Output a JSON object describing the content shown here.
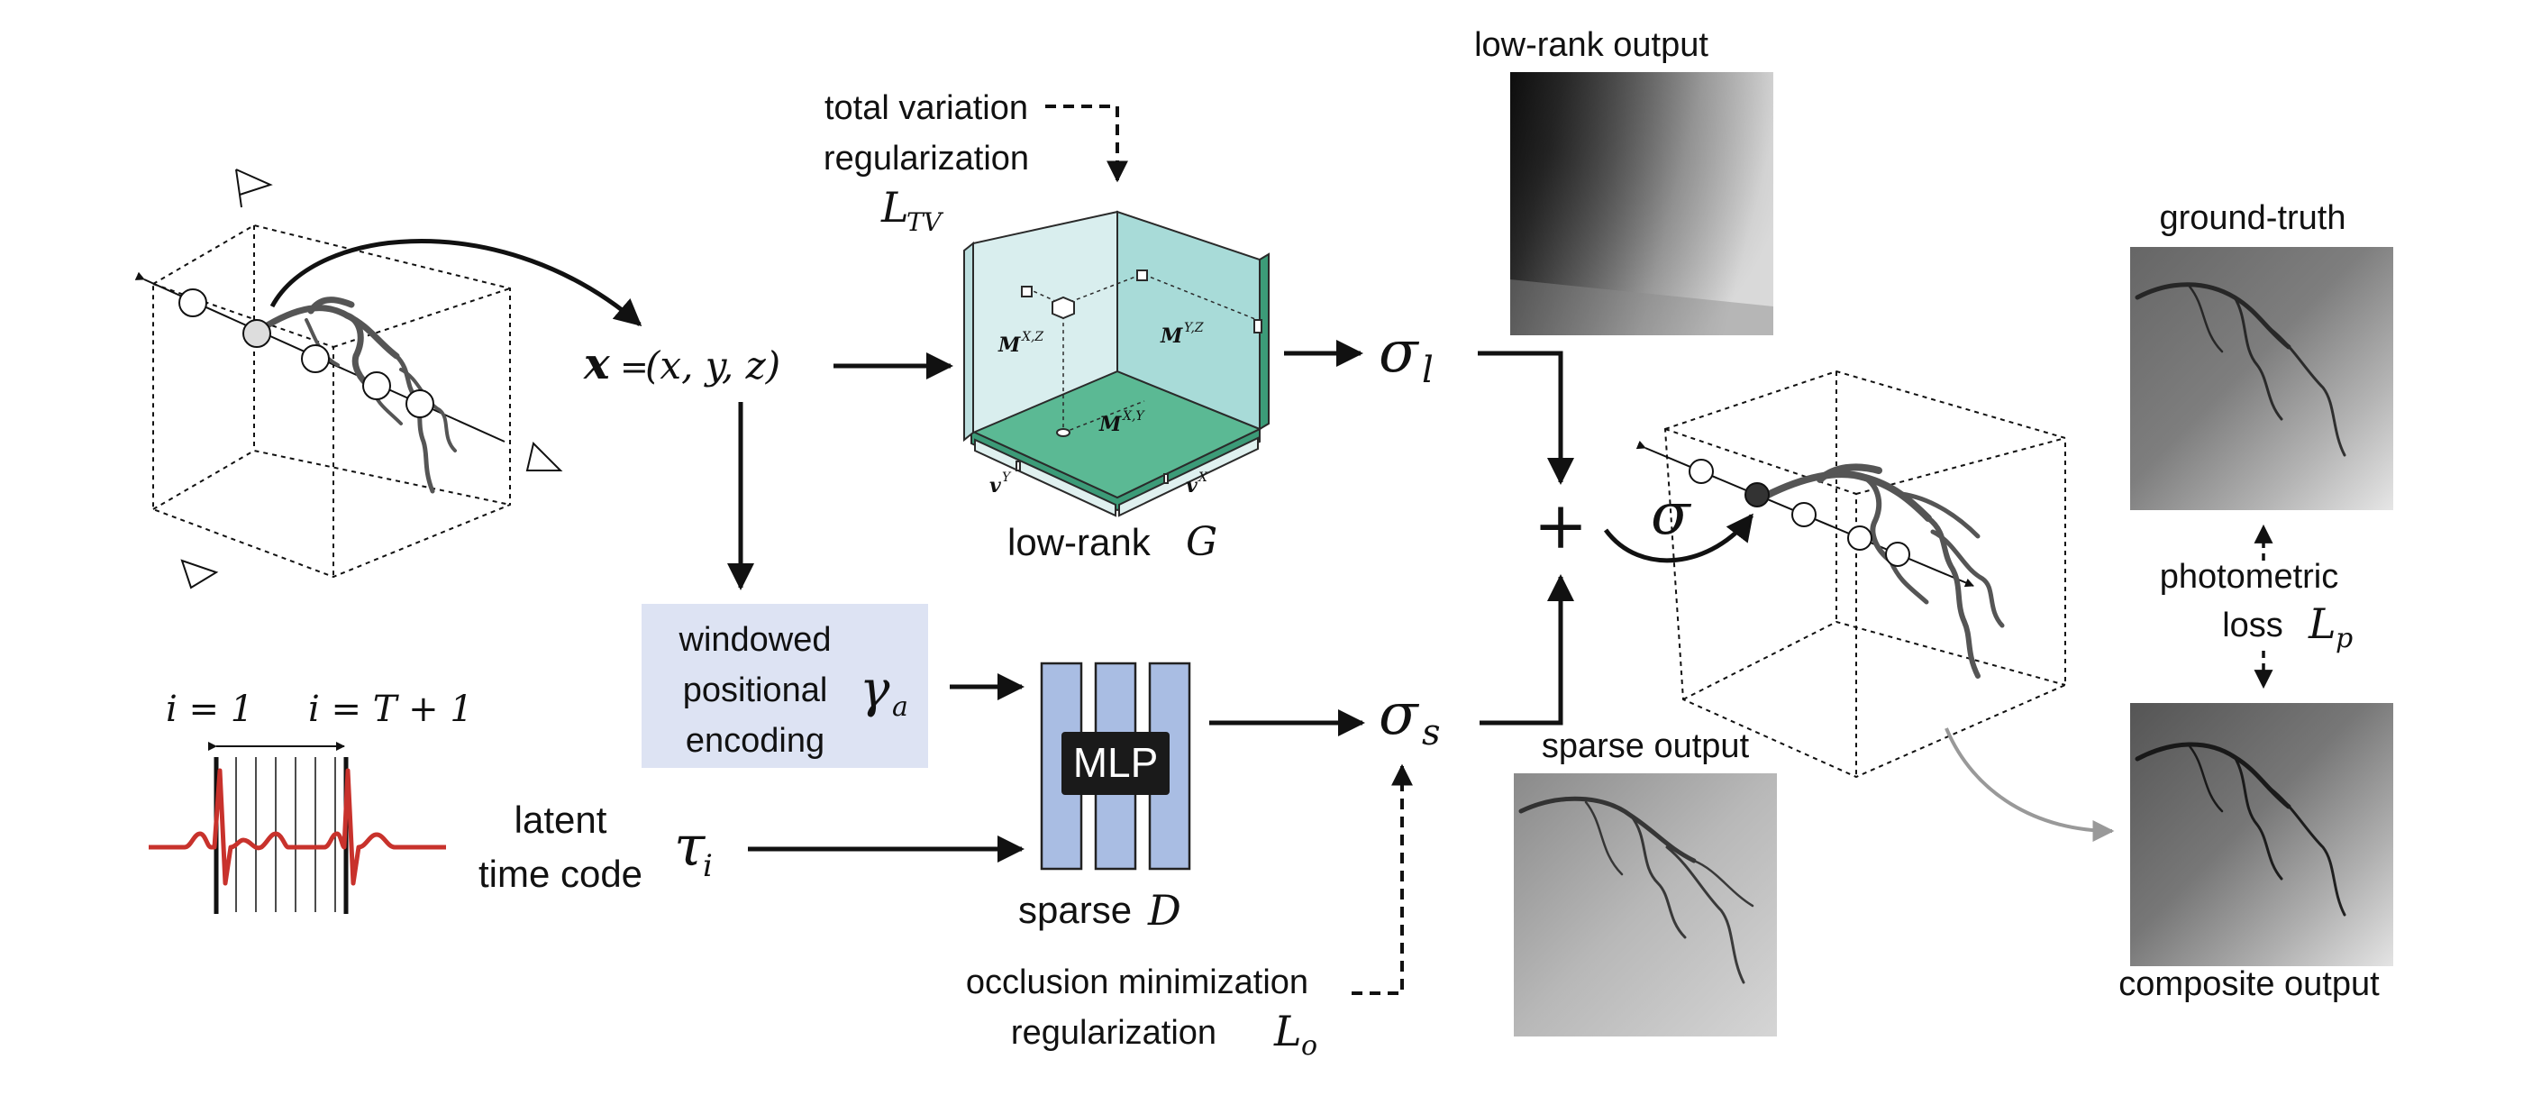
{
  "ray_input": {
    "x_bold": "x",
    "equals": "=",
    "coords": "(x, y, z)"
  },
  "low_rank": {
    "label": "low-rank",
    "symbol": "G",
    "matrix_xz": "M",
    "matrix_xz_sup": "X,Z",
    "matrix_yz": "M",
    "matrix_yz_sup": "Y,Z",
    "matrix_xy": "M",
    "matrix_xy_sup": "X,Y",
    "vec_y": "v",
    "vec_y_sup": "Y",
    "vec_x": "v",
    "vec_x_sup": "X",
    "output_symbol": "σ",
    "output_sub": "l"
  },
  "tv_reg": {
    "line1": "total variation",
    "line2": "regularization",
    "symbol": "L",
    "symbol_sub": "TV"
  },
  "low_rank_output": {
    "title": "low-rank output"
  },
  "positional_encoding": {
    "line1": "windowed",
    "line2": "positional",
    "line3": "encoding",
    "symbol": "γ",
    "symbol_sub": "a"
  },
  "time": {
    "i1": "i = 1",
    "iT": "i = T + 1",
    "latent_line1": "latent",
    "latent_line2": "time code",
    "symbol": "τ",
    "symbol_sub": "i"
  },
  "sparse": {
    "mlp": "MLP",
    "label": "sparse",
    "symbol": "D",
    "output_symbol": "σ",
    "output_sub": "s"
  },
  "occlusion_reg": {
    "line1": "occlusion minimization",
    "line2": "regularization",
    "symbol": "L",
    "symbol_sub": "o"
  },
  "sum": {
    "plus": "+",
    "sigma": "σ"
  },
  "sparse_output": {
    "title": "sparse output"
  },
  "ground_truth": {
    "title": "ground-truth"
  },
  "photometric": {
    "line1": "photometric",
    "line2": "loss",
    "symbol": "L",
    "symbol_sub": "p"
  },
  "composite_output": {
    "title": "composite output"
  },
  "colors": {
    "ecg_red": "#c8322c",
    "grid_face_light": "#d9eeee",
    "grid_face_mid": "#a8dbd8",
    "grid_floor": "#5bb994",
    "pe_box": "#dde3f3",
    "mlp_layer": "#a9bde3",
    "vessel": "#555555"
  }
}
